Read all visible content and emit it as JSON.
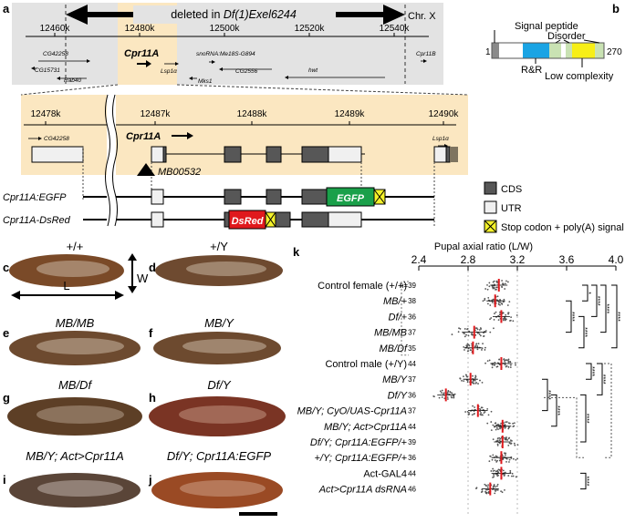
{
  "panels": {
    "a": "a",
    "b": "b",
    "c": "c",
    "d": "d",
    "e": "e",
    "f": "f",
    "g": "g",
    "h": "h",
    "i": "i",
    "j": "j",
    "k": "k"
  },
  "panel_a": {
    "deletion_prefix": "deleted in ",
    "deletion_allele": "Df(1)Exel6244",
    "chromosome": "Chr. X",
    "ticks_top": [
      "12460k",
      "12480k",
      "12500k",
      "12520k",
      "12540k"
    ],
    "genes_top": [
      "CG42258",
      "CG15731",
      "Rab40",
      "Cpr11A",
      "Lsp1α",
      "snoRNA:Me18S-G894",
      "Mks1",
      "CG2556",
      "hwt",
      "Cpr11B"
    ],
    "ticks_zoom": [
      "12478k",
      "12487k",
      "12488k",
      "12489k",
      "12490k"
    ],
    "genes_zoom": [
      "CG42258",
      "Cpr11A",
      "Lsp1α"
    ],
    "insertion": "MB00532",
    "construct_1": "Cpr11A:EGFP",
    "construct_2": "Cpr11A-DsRed",
    "tag_egfp": "EGFP",
    "tag_dsred": "DsRed",
    "legend": [
      "CDS",
      "UTR",
      "Stop codon + poly(A) signal"
    ]
  },
  "panel_b": {
    "start": "1",
    "end": "270",
    "labels": [
      "Signal peptide",
      "Disorder",
      "R&R",
      "Low complexity"
    ]
  },
  "photos": {
    "c": "+/+",
    "d": "+/Y",
    "e": "MB/MB",
    "f": "MB/Y",
    "g": "MB/Df",
    "h": "Df/Y",
    "i": "MB/Y; Act>Cpr11A",
    "j": "Df/Y; Cpr11A:EGFP",
    "axis_w": "W",
    "axis_l": "L"
  },
  "colors": {
    "cds": "#575757",
    "utr": "#f0f0f0",
    "stop": "#f4f22a",
    "egfp": "#1aa04a",
    "dsred": "#e0191d",
    "highlight": "#fbe7c1",
    "signal": "#8a8a8a",
    "rr": "#1aa4e4",
    "disorder": "#c9e2b3",
    "lowcomplex": "#f7ef17",
    "mean_line": "#e0191d",
    "gene_track": "#e3e3e3"
  },
  "chart_data": {
    "type": "scatter",
    "title": "Pupal axial ratio (L/W)",
    "xlim": [
      2.4,
      4.0
    ],
    "xticks": [
      "2.4",
      "2.8",
      "3.2",
      "3.6",
      "4.0"
    ],
    "n_prefix": "n=",
    "categories": [
      "Control female (+/+)",
      "MB/+",
      "Df/+",
      "MB/MB",
      "MB/Df",
      "Control male (+/Y)",
      "MB/Y",
      "Df/Y",
      "MB/Y; CyO/UAS-Cpr11A",
      "MB/Y; Act>Cpr11A",
      "Df/Y; Cpr11A:EGFP/+",
      "+/Y; Cpr11A:EGFP/+",
      "Act-GAL4",
      "Act>Cpr11A dsRNA"
    ],
    "n": [
      39,
      38,
      36,
      37,
      35,
      44,
      37,
      36,
      37,
      44,
      39,
      36,
      44,
      46
    ],
    "means": [
      3.05,
      3.02,
      3.07,
      2.85,
      2.84,
      3.07,
      2.82,
      2.62,
      2.88,
      3.08,
      3.08,
      3.07,
      3.07,
      2.98
    ],
    "sd": [
      0.07,
      0.07,
      0.07,
      0.1,
      0.07,
      0.09,
      0.06,
      0.07,
      0.08,
      0.07,
      0.07,
      0.08,
      0.08,
      0.07
    ],
    "significance": [
      "*",
      "****",
      "****",
      "****",
      "****",
      "****",
      "****",
      "****",
      "****",
      "****",
      "****",
      "****"
    ]
  }
}
